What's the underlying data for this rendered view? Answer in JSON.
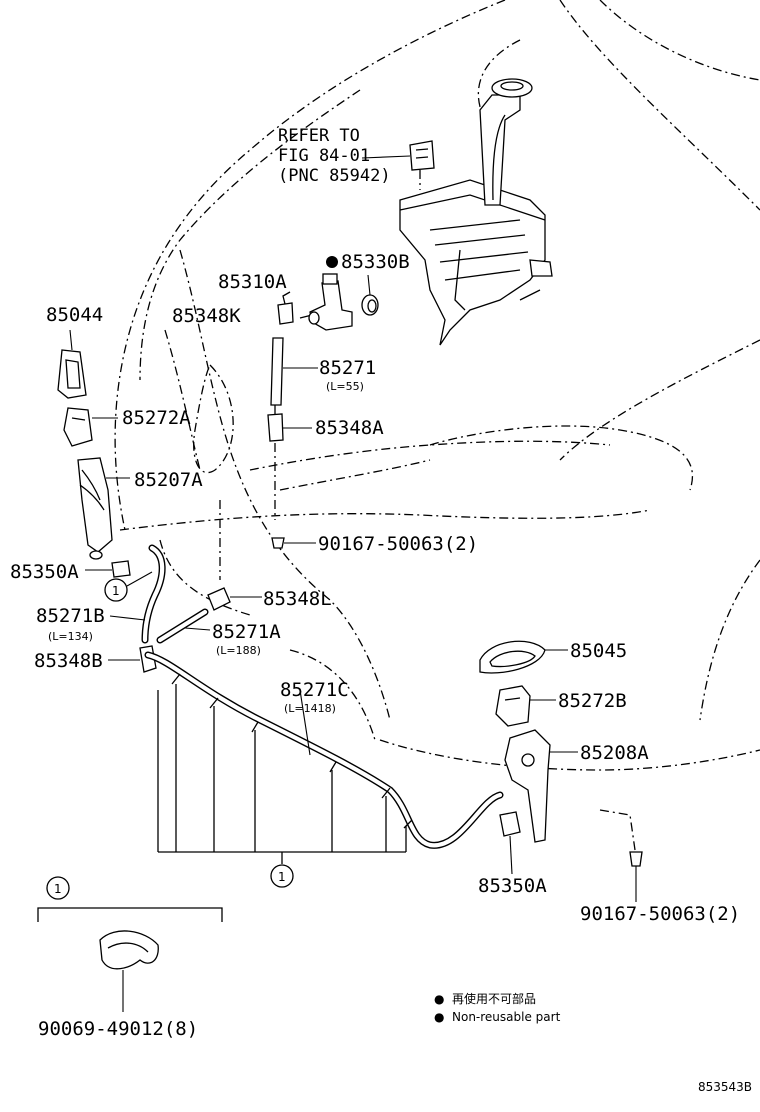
{
  "diagram_code": "853543B",
  "reference_note": {
    "line1": "REFER TO",
    "line2": "FIG 84-01",
    "line3": "(PNC 85942)"
  },
  "parts": {
    "p85044": "85044",
    "p85272A": "85272A",
    "p85207A": "85207A",
    "p85350A_left": "85350A",
    "p85271B": "85271B",
    "p85271B_len": "(L=134)",
    "p85348B": "85348B",
    "p85310A": "85310A",
    "p85330B": "85330B",
    "p85348K": "85348K",
    "p85271": "85271",
    "p85271_len": "(L=55)",
    "p85348A": "85348A",
    "p90167_upper": "90167-50063(2)",
    "p85348L": "85348L",
    "p85271A": "85271A",
    "p85271A_len": "(L=188)",
    "p85271C": "85271C",
    "p85271C_len": "(L=1418)",
    "p85045": "85045",
    "p85272B": "85272B",
    "p85208A": "85208A",
    "p85350A_right": "85350A",
    "p90167_lower": "90167-50063(2)",
    "p90069": "90069-49012(8)"
  },
  "callouts": {
    "c1_hose": "1",
    "c1_bracket": "1",
    "c1_legend": "1"
  },
  "legend": {
    "symbol": "●",
    "japanese": "再使用不可部品",
    "english": "Non-reusable part"
  }
}
